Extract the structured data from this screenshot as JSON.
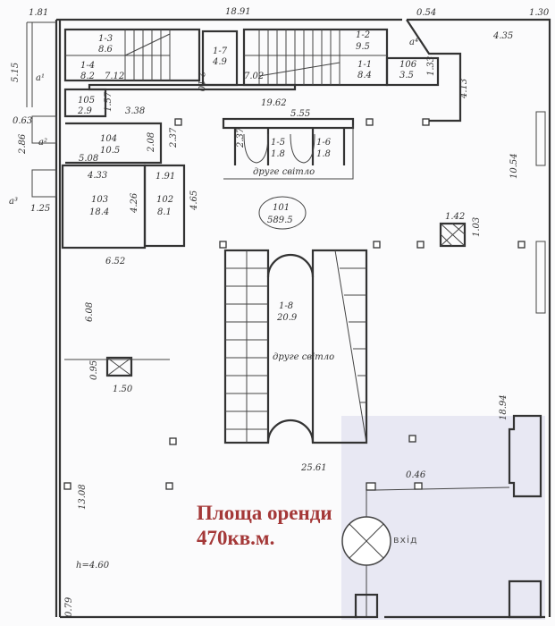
{
  "plan": {
    "rent_area_label": "Площа оренди",
    "rent_area_value": "470кв.м.",
    "entrance_label": "вхід",
    "highlight_color": "#e8e8f3",
    "accent_color": "#a43838",
    "rooms": [
      {
        "id": "1-3",
        "area": "8.6"
      },
      {
        "id": "1-4",
        "area": "8.2"
      },
      {
        "id": "1-7",
        "area": "4.9"
      },
      {
        "id": "1-2",
        "area": "9.5"
      },
      {
        "id": "1-1",
        "area": "8.4"
      },
      {
        "id": "106",
        "area": "3.5"
      },
      {
        "id": "105",
        "area": "2.9"
      },
      {
        "id": "104",
        "area": "10.5"
      },
      {
        "id": "103",
        "area": "18.4"
      },
      {
        "id": "102",
        "area": "8.1"
      },
      {
        "id": "1-5",
        "area": "1.8"
      },
      {
        "id": "1-6",
        "area": "1.8"
      },
      {
        "id": "101",
        "area": "589.5"
      },
      {
        "id": "1-8",
        "area": "20.9"
      }
    ],
    "second_light_1": "друге світло",
    "second_light_2": "друге світло",
    "dimensions": {
      "d181": "1.81",
      "d1891": "18.91",
      "d054": "0.54",
      "d130": "1.30",
      "d435": "4.35",
      "d515": "5.15",
      "d210": "2.10",
      "d712": "7.12",
      "d702": "7.02",
      "d133": "1.33",
      "d413": "4.13",
      "d157": "1.57",
      "d338": "3.38",
      "d1962": "19.62",
      "d555": "5.55",
      "d063": "0.63",
      "d286": "2.86",
      "d208": "2.08",
      "d237a": "2.37",
      "d237b": "2.37",
      "d508": "5.08",
      "d433": "4.33",
      "d191": "1.91",
      "d426": "4.26",
      "d465": "4.65",
      "d125": "1.25",
      "d1054": "10.54",
      "d142": "1.42",
      "d103": "1.03",
      "d652": "6.52",
      "d608": "6.08",
      "d095": "0.95",
      "d150": "1.50",
      "d1894": "18.94",
      "d2561": "25.61",
      "d046": "0.46",
      "d1308": "13.08",
      "h": "h=4.60",
      "d079": "0.79"
    },
    "axis_labels": {
      "a1": "a¹",
      "a2": "a²",
      "a3": "a³",
      "a4": "a⁴"
    }
  }
}
